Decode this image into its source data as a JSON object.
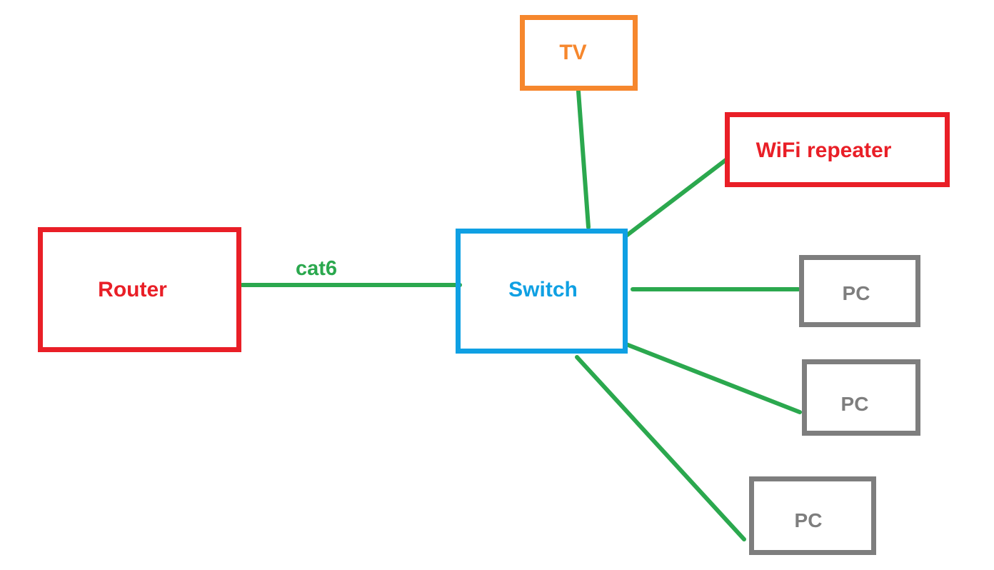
{
  "diagram": {
    "type": "network-diagram",
    "background": "#FFFFFF",
    "colors": {
      "edge-green": "#2BA84E",
      "switch-blue": "#0FA0E3",
      "device-red": "#E91F27",
      "tv-orange": "#F6872D",
      "pc-gray": "#7E7E7E"
    },
    "nodes": [
      {
        "id": "tv",
        "label": "TV",
        "color": "#F6872D"
      },
      {
        "id": "wifi-repeater",
        "label": "WiFi repeater",
        "color": "#E91F27"
      },
      {
        "id": "router",
        "label": "Router",
        "color": "#E91F27"
      },
      {
        "id": "switch",
        "label": "Switch",
        "color": "#0FA0E3"
      },
      {
        "id": "pc-top",
        "label": "PC",
        "color": "#7E7E7E"
      },
      {
        "id": "pc-middle",
        "label": "PC",
        "color": "#7E7E7E"
      },
      {
        "id": "pc-bottom",
        "label": "PC",
        "color": "#7E7E7E"
      }
    ],
    "edges": [
      {
        "from": "router",
        "to": "switch",
        "label": "cat6"
      },
      {
        "from": "tv",
        "to": "switch"
      },
      {
        "from": "switch",
        "to": "wifi-repeater"
      },
      {
        "from": "switch",
        "to": "pc-top"
      },
      {
        "from": "switch",
        "to": "pc-middle"
      },
      {
        "from": "switch",
        "to": "pc-bottom"
      }
    ]
  }
}
